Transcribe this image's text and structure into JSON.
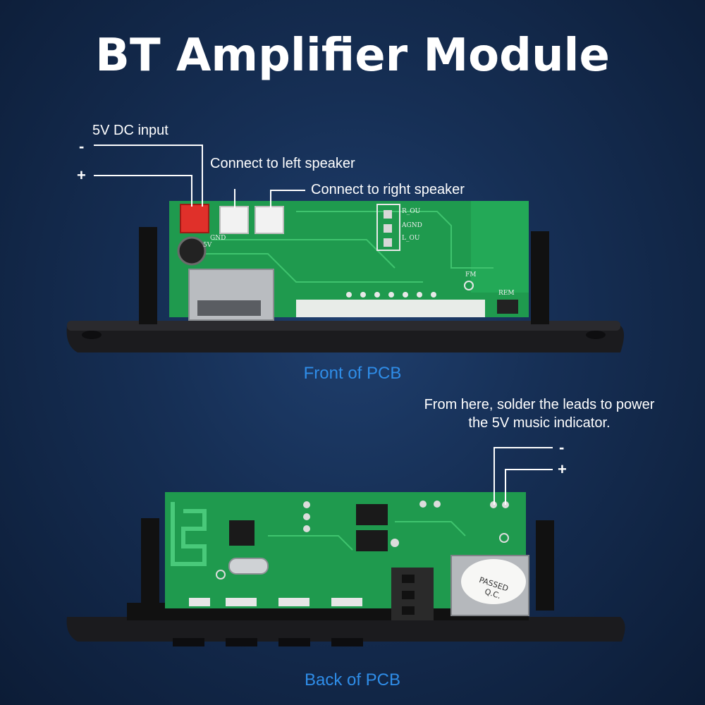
{
  "title": "BT Amplifier Module",
  "front": {
    "dc_input_label": "5V DC input",
    "minus_sign": "-",
    "plus_sign": "+",
    "left_speaker_label": "Connect to left speaker",
    "right_speaker_label": "Connect to right speaker",
    "caption": "Front of PCB",
    "silkscreen": [
      "R_OU",
      "AGND",
      "L_OU",
      "GND",
      "5V",
      "FM",
      "REM"
    ]
  },
  "back": {
    "indicator_note_line1": "From here, solder the leads to power",
    "indicator_note_line2": "the 5V music indicator.",
    "minus_sign": "-",
    "plus_sign": "+",
    "caption": "Back of PCB",
    "sticker_line1": "PASSED",
    "sticker_line2": "Q.C."
  },
  "colors": {
    "background": "#162f55",
    "pcb_green": "#1f9a4e",
    "caption_blue": "#2f8de8",
    "connector_red": "#e0302a"
  }
}
